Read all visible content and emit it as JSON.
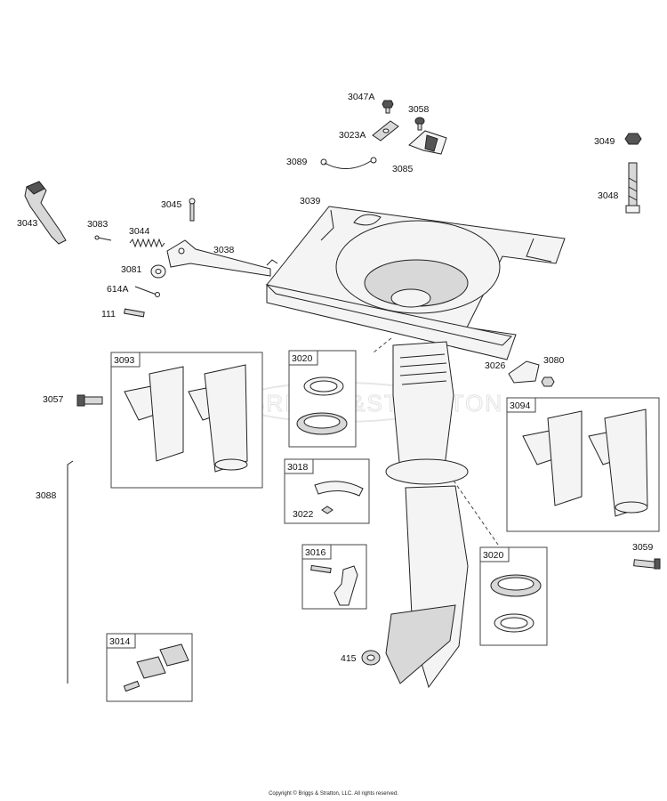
{
  "watermark": "BRIGGS&STRATTON",
  "copyright": "Copyright © Briggs & Stratton, LLC. All rights reserved.",
  "labels": {
    "p3047A": "3047A",
    "p3058": "3058",
    "p3023A": "3023A",
    "p3049": "3049",
    "p3089": "3089",
    "p3085": "3085",
    "p3048": "3048",
    "p3043": "3043",
    "p3045": "3045",
    "p3039": "3039",
    "p3083": "3083",
    "p3044": "3044",
    "p3038": "3038",
    "p3081": "3081",
    "p614A": "614A",
    "p111": "111",
    "p3026": "3026",
    "p3080": "3080",
    "p3057": "3057",
    "p3088": "3088",
    "p3022": "3022",
    "p3059": "3059",
    "p415": "415"
  },
  "boxes": {
    "b3093": "3093",
    "b3020a": "3020",
    "b3018": "3018",
    "b3094": "3094",
    "b3016": "3016",
    "b3020b": "3020",
    "b3014": "3014"
  }
}
